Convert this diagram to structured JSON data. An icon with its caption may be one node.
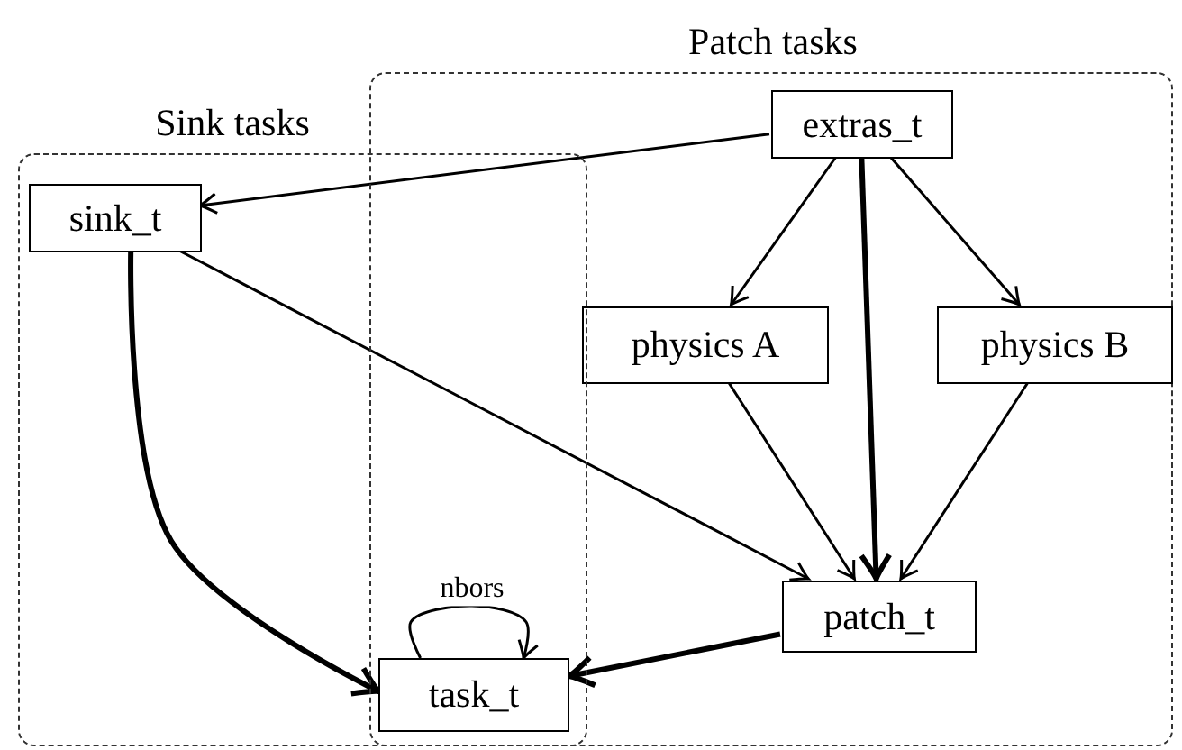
{
  "diagram": {
    "nodes": [
      {
        "text": [
          "Patch tasks"
        ]
      },
      {
        "text": [
          "Sink tasks"
        ]
      },
      {
        "text": [
          "extras_t"
        ],
        "in": 0
      },
      {
        "text": [
          "sink_t"
        ],
        "in": 1
      },
      {
        "text": [
          "physics A"
        ],
        "in": 0
      },
      {
        "text": [
          "physics B"
        ],
        "in": 0
      },
      {
        "text": [
          "patch_t"
        ],
        "in": 0
      },
      {
        "text": [
          "task_t"
        ]
      }
    ],
    "edges": [
      {
        "from": 2,
        "to": 3,
        "arrow": "to"
      },
      {
        "from": 2,
        "to": 4,
        "arrow": "to"
      },
      {
        "from": 2,
        "to": 6,
        "arrow": "to",
        "style": "thick"
      },
      {
        "from": 2,
        "to": 5,
        "arrow": "to"
      },
      {
        "from": 3,
        "to": 7,
        "arrow": "to",
        "style": "thick"
      },
      {
        "from": 3,
        "to": 6,
        "arrow": "to"
      },
      {
        "from": 4,
        "to": 6,
        "arrow": "to"
      },
      {
        "from": 5,
        "to": 6,
        "arrow": "to"
      },
      {
        "from": 6,
        "to": 7,
        "arrow": "to",
        "style": "thick"
      },
      {
        "from": 7,
        "to": 7,
        "arrow": "to",
        "label": "nbors"
      }
    ]
  }
}
